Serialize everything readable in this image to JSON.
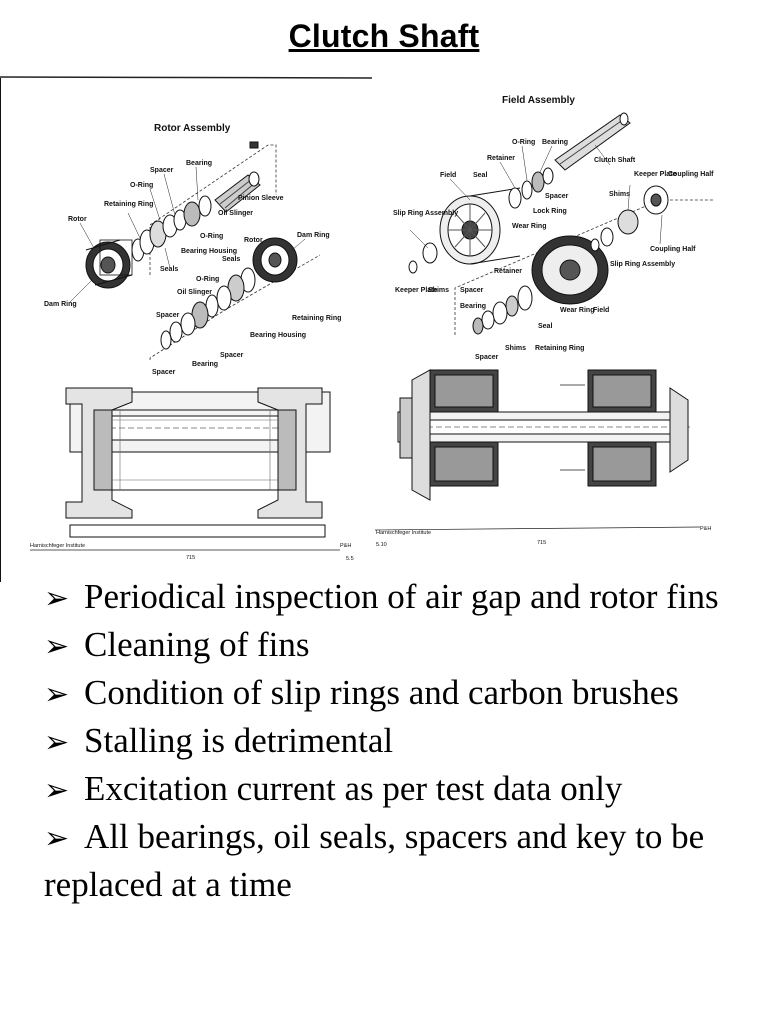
{
  "title": "Clutch Shaft",
  "rotor": {
    "heading": "Rotor Assembly",
    "labels": [
      "Bearing",
      "Spacer",
      "O-Ring",
      "Retaining Ring",
      "Rotor",
      "Pinion Sleeve",
      "Oil Slinger",
      "O-Ring",
      "Bearing Housing",
      "Seals",
      "Dam Ring",
      "Rotor",
      "Dam Ring",
      "Seals",
      "O-Ring",
      "Oil Slinger",
      "Spacer",
      "Retaining Ring",
      "Bearing Housing",
      "Spacer",
      "Bearing",
      "Spacer"
    ],
    "footer_left": "Harnischfeger Institute",
    "footer_center": "715",
    "footer_right": "P&H",
    "footer_page": "5.5"
  },
  "field": {
    "heading": "Field Assembly",
    "labels": [
      "O-Ring",
      "Bearing",
      "Retainer",
      "Field",
      "Seal",
      "Clutch Shaft",
      "Keeper Plate",
      "Coupling Half",
      "Slip Ring Assembly",
      "Spacer",
      "Lock Ring",
      "Wear Ring",
      "Shims",
      "Coupling Half",
      "Retainer",
      "Keeper Plate",
      "Shims",
      "Spacer",
      "Slip Ring Assembly",
      "Bearing",
      "Field",
      "Wear Ring",
      "Seal",
      "Shims",
      "Retaining Ring",
      "Spacer"
    ],
    "footer_left": "Harnischfeger Institute",
    "footer_page": "5.10",
    "footer_center": "715",
    "footer_right": "P&H"
  },
  "bullets": [
    "Periodical inspection of air gap and rotor fins",
    "Cleaning of fins",
    "Condition of slip rings and carbon brushes",
    "Stalling is detrimental",
    "Excitation current as per test data only",
    "All bearings, oil seals, spacers and key to be replaced at a time"
  ],
  "bullet_marker": "➢"
}
